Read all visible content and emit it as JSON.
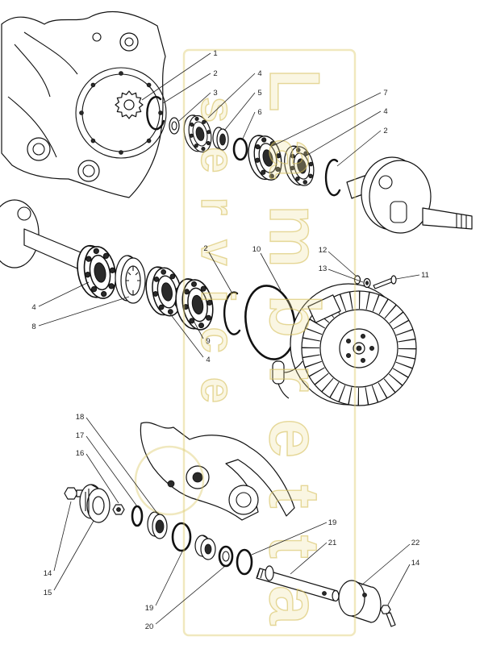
{
  "callouts": [
    "1",
    "2",
    "3",
    "4",
    "5",
    "6",
    "7",
    "4",
    "2",
    "2",
    "10",
    "12",
    "13",
    "11",
    "4",
    "8",
    "9",
    "4",
    "18",
    "17",
    "16",
    "14",
    "15",
    "19",
    "21",
    "22",
    "14",
    "19",
    "20"
  ],
  "watermark": {
    "brand": "Lambretta",
    "sub": "service"
  },
  "colors": {
    "line": "#111111",
    "watermark": "#e8d98a",
    "background": "#ffffff"
  }
}
